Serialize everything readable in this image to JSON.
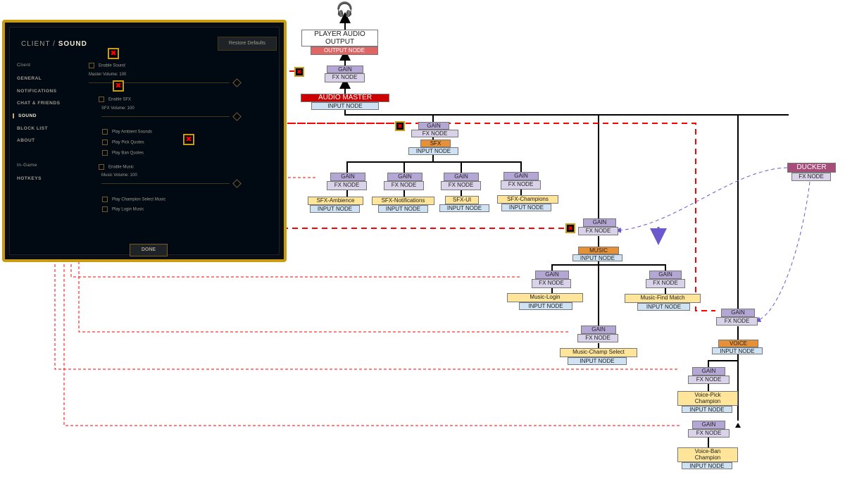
{
  "settings": {
    "title_prefix": "CLIENT",
    "title_sep": "/",
    "title": "SOUND",
    "restore": "Restore Defaults",
    "done": "DONE",
    "nav": {
      "client": "Client",
      "general": "GENERAL",
      "notifications": "NOTIFICATIONS",
      "chat": "CHAT & FRIENDS",
      "sound": "SOUND",
      "block": "BLOCK LIST",
      "about": "ABOUT",
      "ingame": "In-Game",
      "hotkeys": "HOTKEYS"
    },
    "options": {
      "enable_sound": "Enable Sound",
      "master": "Master Volume: 100",
      "enable_sfx": "Enable SFX",
      "sfx": "SFX Volume: 100",
      "ambient": "Play Ambient Sounds",
      "pick": "Play Pick Quotes",
      "ban": "Play Ban Quotes",
      "enable_music": "Enable Music",
      "music": "Music Volume: 100",
      "champ_music": "Play Champion Select Music",
      "login_music": "Play Login Music"
    }
  },
  "nodes": {
    "gain": "GAIN",
    "fx": "FX NODE",
    "input": "INPUT NODE",
    "output": "OUTPUT NODE",
    "player": "PLAYER AUDIO OUTPUT",
    "master": "AUDIO MASTER",
    "sfx": "SFX",
    "music": "MUSIC",
    "voice": "VOICE",
    "ducker": "DUCKER",
    "sfx_ambience": "SFX-Ambience",
    "sfx_notifications": "SFX-Notifications",
    "sfx_ui": "SFX-UI",
    "sfx_champions": "SFX-Champions",
    "music_login": "Music-Login",
    "music_find": "Music-Find Match",
    "music_champ": "Music-Champ Select",
    "voice_pick": "Voice-Pick Champion",
    "voice_ban": "Voice-Ban Champion"
  },
  "colors": {
    "gold": "#c89b10",
    "red": "#ff0000",
    "duck": "#6a5acd"
  }
}
